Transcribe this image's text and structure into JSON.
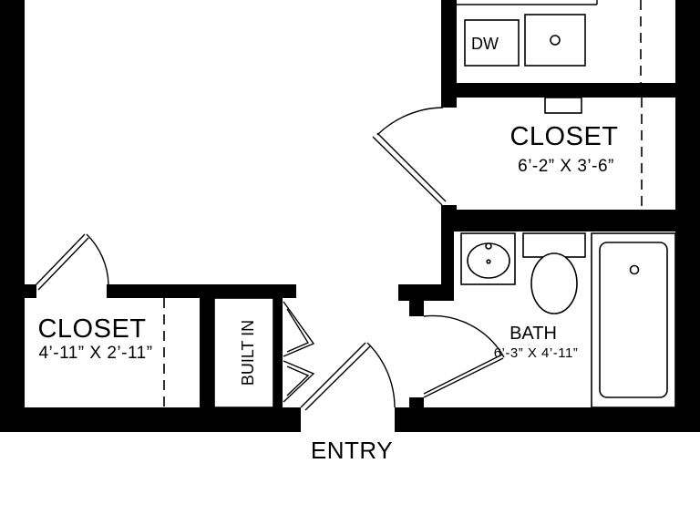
{
  "rooms": {
    "closet_upper": {
      "name": "CLOSET",
      "dims": "6’-2” X 3’-6”"
    },
    "closet_lower": {
      "name": "CLOSET",
      "dims": "4’-11” X 2’-11”"
    },
    "bath": {
      "name": "BATH",
      "dims": "6’-3” X 4’-11”"
    }
  },
  "labels": {
    "dishwasher": "DW",
    "built_in": "BUILT IN",
    "entry": "ENTRY"
  },
  "colors": {
    "wall": "#000000",
    "background": "#ffffff"
  }
}
